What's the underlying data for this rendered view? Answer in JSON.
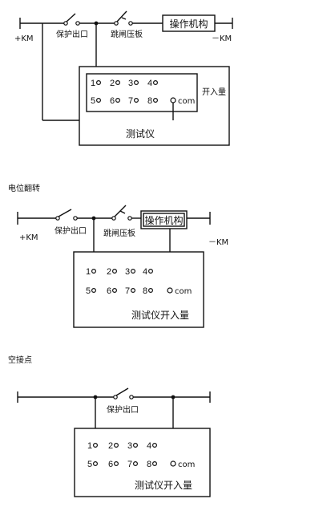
{
  "section_titles": {
    "position_flip": "电位翻转",
    "dry_contact": "空接点"
  },
  "labels": {
    "plus_km": "+KM",
    "minus_km": "－KM",
    "protect_outlet": "保护出口",
    "trip_plate": "跳闸压板",
    "mechanism": "操作机构",
    "binary_input": "开入量",
    "tester": "测试仪",
    "tester_binary_input": "测试仪开入量"
  },
  "terminals": {
    "row1": [
      "1",
      "2",
      "3",
      "4"
    ],
    "row2": [
      "5",
      "6",
      "7",
      "8"
    ],
    "com": "com"
  }
}
